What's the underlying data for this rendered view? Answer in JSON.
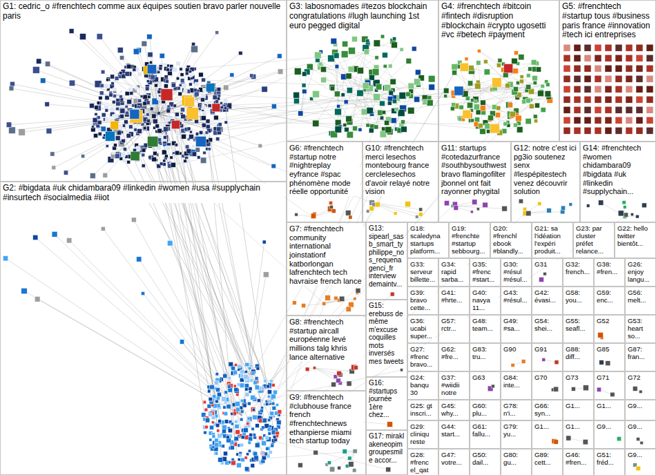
{
  "diagram": {
    "nodes": [
      {
        "text": [
          "G1: cedric_o #frenchtech comme aux équipes soutien bravo parler nouvelle paris"
        ]
      },
      {
        "text": [
          "G3: labosnomades #tezos blockchain congratulations #lugh launching 1st euro pegged digital"
        ]
      },
      {
        "text": [
          "G4: #frenchtech #bitcoin #fintech #disruption #blockchain #crypto ugosetti #vc #betech #payment"
        ]
      },
      {
        "text": [
          "G5: #frenchtech #startup tous #business paris france #innovation #tech ici entreprises"
        ]
      },
      {
        "text": [
          "G2: #bigdata #uk chidambara09 #linkedin #women #usa #supplychain #insurtech #socialmedia #iiot"
        ]
      },
      {
        "text": [
          "G6: #frenchtech #startup notre #nightreplay eyfrance #spac phénomène mode réelle opportunité"
        ]
      },
      {
        "text": [
          "G10: #frenchtech merci lesechos montebourg france cerclelesechos d'avoir relayé notre vision"
        ]
      },
      {
        "text": [
          "G11: startups #cotedazurfrance #southbysouthwest bravo flamingofilter jbonnel ont fait rayonner phygital"
        ]
      },
      {
        "text": [
          "G12: notre c'est ici pg3io soutenez senx #lespépitestech venez découvrir solution"
        ]
      },
      {
        "text": [
          "G14: #frenchtech #women chidambara09 #bigdata #uk #linkedin #supplychain..."
        ]
      },
      {
        "text": [
          "G7: #frenchtech community international joinstationf katborlongan lafrenchtech tech havraise french lance"
        ]
      },
      {
        "text": [
          "G8: #frenchtech #startup aircall européenne levé millions talg khris lance alternative"
        ]
      },
      {
        "text": [
          "G9: #frenchtech #clubhouse france french #frenchtechnews ethanpierse miami tech startup today"
        ]
      },
      {
        "text": [
          "G13: sipearl_sas b_smart_ty philippe_no s_requena genci_fr interview demaintv..."
        ]
      },
      {
        "text": [
          "G15: erebuss de même m'excuse coquilles mots inversés mes tweets"
        ]
      },
      {
        "text": [
          "G16: #startups journée 1ère chez..."
        ]
      },
      {
        "text": [
          "G17: mirakl akeneopim groupesmile accor..."
        ]
      },
      {
        "text": [
          "G18: scaledyna startups platform..."
        ]
      },
      {
        "text": [
          "G19: #frenchte #startup sebbourg..."
        ]
      },
      {
        "text": [
          "G20: #frenchl ebook #blandly..."
        ]
      },
      {
        "text": [
          "G21: sa l'idéation l'expéri produit..."
        ]
      },
      {
        "text": [
          "G23: par cluster préfet relance..."
        ]
      },
      {
        "text": [
          "G22: hello twitter bientôt..."
        ]
      },
      {
        "text": [
          "G33: serveur billette..."
        ]
      },
      {
        "text": [
          "G34: rapid sarba..."
        ]
      },
      {
        "text": [
          "G35: #frenc #start..."
        ]
      },
      {
        "text": [
          "G30: #résul #résul..."
        ]
      },
      {
        "text": [
          "G31"
        ]
      },
      {
        "text": [
          "G32: french..."
        ]
      },
      {
        "text": [
          "G38: #fren..."
        ]
      },
      {
        "text": [
          "G26: enjoy langu..."
        ]
      },
      {
        "text": [
          "G39: bravo cette..."
        ]
      },
      {
        "text": [
          "G41: #hrte..."
        ]
      },
      {
        "text": [
          "G40: navya 11..."
        ]
      },
      {
        "text": [
          "G43: #résul..."
        ]
      },
      {
        "text": [
          "G42: évasi..."
        ]
      },
      {
        "text": [
          "G58: you..."
        ]
      },
      {
        "text": [
          "G59: enc..."
        ]
      },
      {
        "text": [
          "G56: melt..."
        ]
      },
      {
        "text": [
          "G36: ucabi super..."
        ]
      },
      {
        "text": [
          "G57: rctr..."
        ]
      },
      {
        "text": [
          "G48: team..."
        ]
      },
      {
        "text": [
          "G49: #sa..."
        ]
      },
      {
        "text": [
          "G54: shei..."
        ]
      },
      {
        "text": [
          "G55: seafl..."
        ]
      },
      {
        "text": [
          "G52"
        ]
      },
      {
        "text": [
          "G53: heart so..."
        ]
      },
      {
        "text": [
          "G27: #frenc bravo..."
        ]
      },
      {
        "text": [
          "G62: #fre..."
        ]
      },
      {
        "text": [
          "G83: tru..."
        ]
      },
      {
        "text": [
          "G90"
        ]
      },
      {
        "text": [
          "G91"
        ]
      },
      {
        "text": [
          "G88: diff..."
        ]
      },
      {
        "text": [
          "G85"
        ]
      },
      {
        "text": [
          "G87: fran..."
        ]
      },
      {
        "text": [
          "G24: banqu 30"
        ]
      },
      {
        "text": [
          "G37: #wiidii notre"
        ]
      },
      {
        "text": [
          "G63"
        ]
      },
      {
        "text": [
          "G84: inte..."
        ]
      },
      {
        "text": [
          "G70"
        ]
      },
      {
        "text": [
          "G73"
        ]
      },
      {
        "text": [
          "G71"
        ]
      },
      {
        "text": [
          "G72"
        ]
      },
      {
        "text": [
          "G25: gt inscri..."
        ]
      },
      {
        "text": [
          "G45: why..."
        ]
      },
      {
        "text": [
          "G60: plu..."
        ]
      },
      {
        "text": [
          "G78: n'i..."
        ]
      },
      {
        "text": [
          "G66: syn..."
        ]
      },
      {
        "text": [
          "G1..."
        ]
      },
      {
        "text": [
          "G1..."
        ]
      },
      {
        "text": [
          "G9..."
        ]
      },
      {
        "text": [
          "G29: cliniqu reste"
        ]
      },
      {
        "text": [
          "G44: start..."
        ]
      },
      {
        "text": [
          "G61: fallu..."
        ]
      },
      {
        "text": [
          "G79: yu..."
        ]
      },
      {
        "text": [
          "G1..."
        ]
      },
      {
        "text": [
          "G1..."
        ]
      },
      {
        "text": [
          "G9..."
        ]
      },
      {
        "text": [
          "G9..."
        ]
      },
      {
        "text": [
          "G28: #frenc el_qat"
        ]
      },
      {
        "text": [
          "G47: votre..."
        ]
      },
      {
        "text": [
          "G50: dail..."
        ]
      },
      {
        "text": [
          "G80: gu..."
        ]
      },
      {
        "text": [
          "G89: cett..."
        ]
      },
      {
        "text": [
          "G46: #fren..."
        ]
      },
      {
        "text": [
          "G51: fréd..."
        ]
      },
      {
        "text": [
          "G9..."
        ]
      }
    ]
  }
}
